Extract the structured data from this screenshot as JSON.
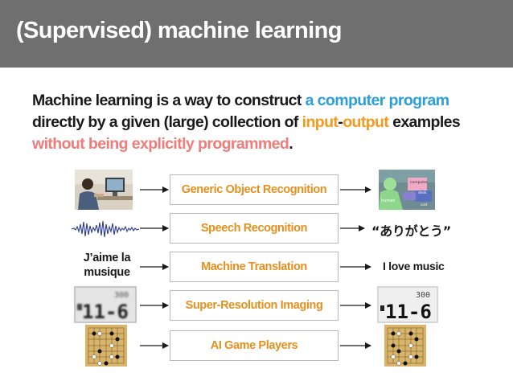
{
  "header": {
    "title": "(Supervised) machine learning"
  },
  "intro": {
    "line1_a": "Machine learning is a way to construct ",
    "line1_b": "a computer program",
    "line2_a": "directly by a given (large) collection of ",
    "line2_b": "input",
    "line2_c": "-",
    "line2_d": "output",
    "line2_e": " examples",
    "line3_a": "without being explicitly programmed",
    "line3_b": "."
  },
  "tasks": [
    {
      "label": "Generic Object Recognition",
      "input": "photo-of-person-at-computer",
      "output": "segmented-scene"
    },
    {
      "label": "Speech Recognition",
      "input": "audio-waveform",
      "output": "“ありがとう”"
    },
    {
      "label": "Machine Translation",
      "input_line1": "J’aime la",
      "input_line2": "musique",
      "output": "I love music"
    },
    {
      "label": "Super-Resolution Imaging",
      "input": "low-resolution-display",
      "output": "high-resolution-display"
    },
    {
      "label": "AI Game Players",
      "input": "go-board",
      "output": "go-board-next-move"
    }
  ],
  "scene_labels": {
    "computer": "computer",
    "desk": "desk",
    "human": "human",
    "cost": "cost"
  },
  "display": {
    "digits": "11-6",
    "small": "300"
  },
  "colors": {
    "header": "#6f6f6f",
    "blue": "#2b9fdb",
    "orange": "#f29b1e",
    "pink": "#ef7c78",
    "task_text": "#e3901e"
  }
}
